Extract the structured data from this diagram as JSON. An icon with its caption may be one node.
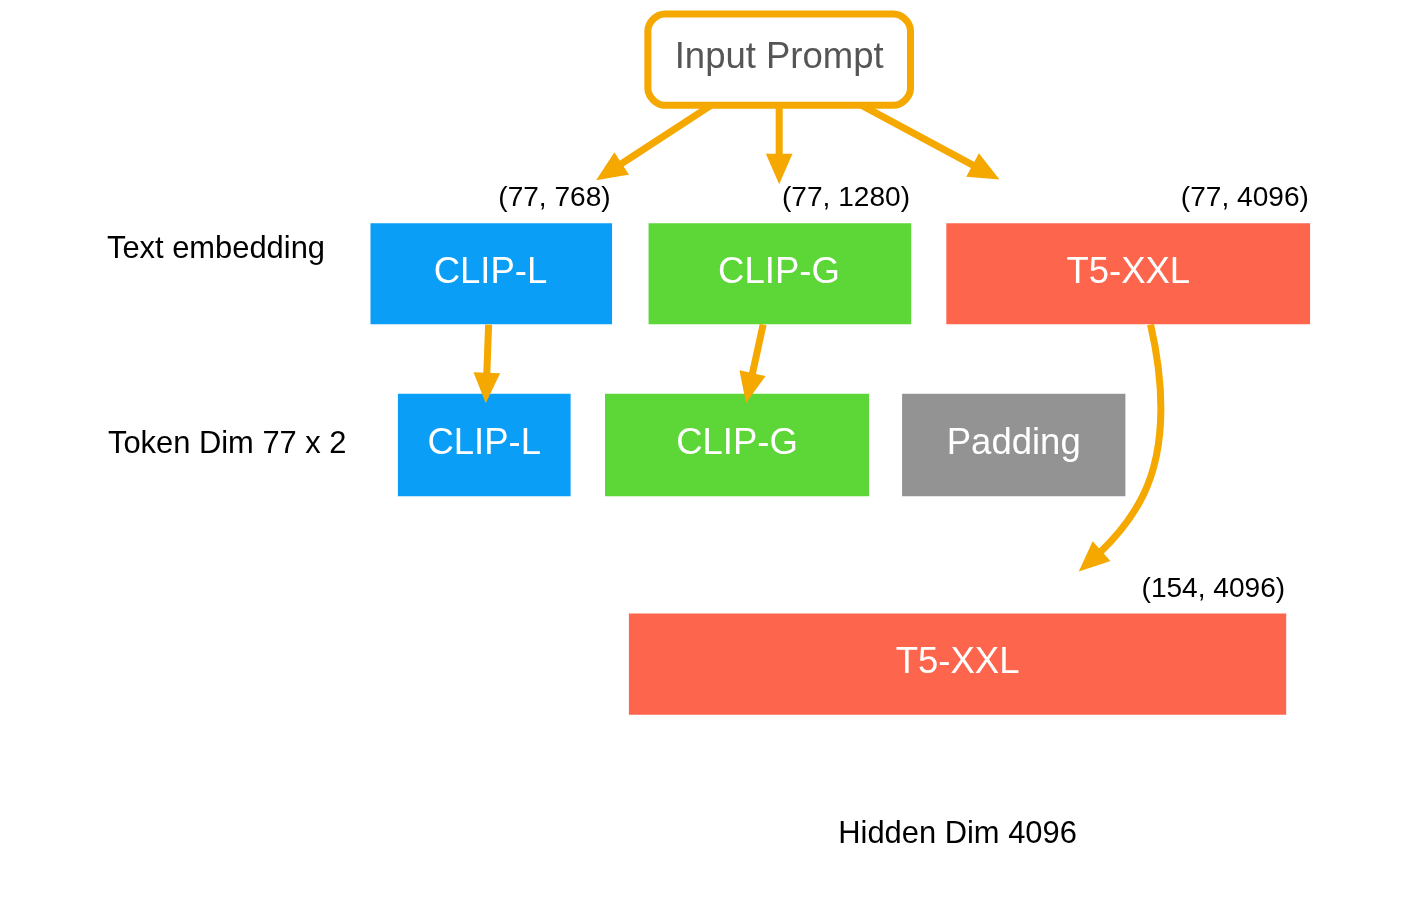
{
  "diagram": {
    "nodes": [
      {
        "text": [
          "Input Prompt"
        ]
      },
      {
        "text": [
          "CLIP-L"
        ],
        "beside": [
          "(77, 768)"
        ]
      },
      {
        "text": [
          "CLIP-G"
        ],
        "beside": [
          "(77, 1280)"
        ]
      },
      {
        "text": [
          "T5-XXL"
        ],
        "beside": [
          "(77, 4096)"
        ]
      },
      {
        "text": [
          "CLIP-L"
        ]
      },
      {
        "text": [
          "CLIP-G"
        ]
      },
      {
        "text": [
          "Padding"
        ]
      },
      {
        "text": [
          "T5-XXL"
        ],
        "beside": [
          "(154, 4096)"
        ]
      }
    ],
    "edges": [
      {
        "from": 0,
        "to": 1,
        "arrow": "to"
      },
      {
        "from": 0,
        "to": 2,
        "arrow": "to"
      },
      {
        "from": 0,
        "to": 3,
        "arrow": "to"
      },
      {
        "from": 1,
        "to": 4,
        "arrow": "to"
      },
      {
        "from": 2,
        "to": 5,
        "arrow": "to"
      },
      {
        "from": 3,
        "to": 7,
        "arrow": "to"
      }
    ],
    "labels": [
      "Text embedding",
      "Token Dim 77 x 2",
      "Hidden Dim 4096"
    ]
  }
}
